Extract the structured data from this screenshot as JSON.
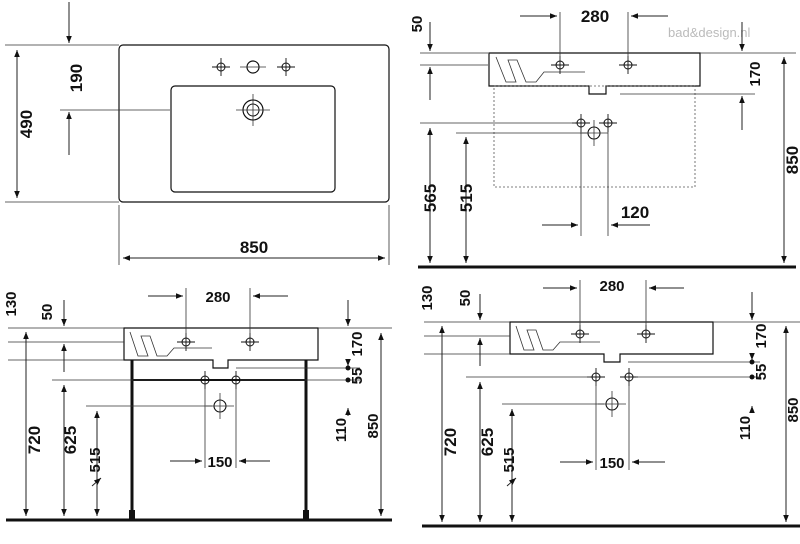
{
  "watermark": {
    "text": "bad&design.nl"
  },
  "top_view": {
    "width": "850",
    "depth": "490",
    "tap_offset": "190"
  },
  "side_view": {
    "tap_spacing": "280",
    "top_offset": "50",
    "basin_height": "170",
    "total_height": "850",
    "h565": "565",
    "h515": "515",
    "h120": "120"
  },
  "front_view_stand": {
    "h130": "130",
    "h50": "50",
    "tap_spacing": "280",
    "h170": "170",
    "h55": "55",
    "h720": "720",
    "h625": "625",
    "h515": "515",
    "h110": "110",
    "h850": "850",
    "w150": "150"
  },
  "front_view_wall": {
    "h130": "130",
    "h50": "50",
    "tap_spacing": "280",
    "h170": "170",
    "h55": "55",
    "h720": "720",
    "h625": "625",
    "h515": "515",
    "h110": "110",
    "h850": "850",
    "w150": "150"
  }
}
